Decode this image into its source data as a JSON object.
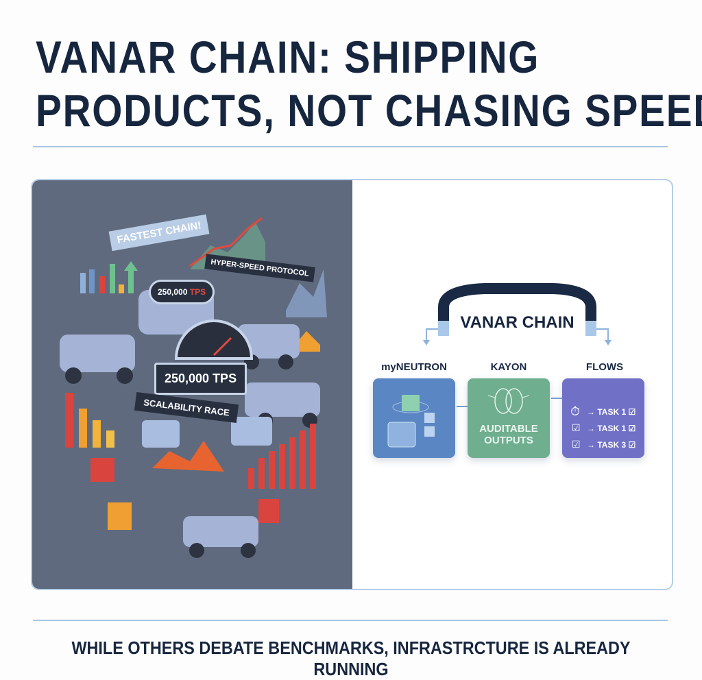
{
  "title": {
    "line1": "VANAR CHAIN: SHIPPING",
    "line2": "PRODUCTS, NOT CHASING SPEED"
  },
  "left_illustration": {
    "signs": [
      "FASTEST CHAIN!",
      "HYPER-SPEED PROTOCOL",
      "250,000 TPS",
      "250,000 TPS",
      "SCALABILITY RACE"
    ],
    "gauge_value": "250,000",
    "gauge_unit": "TPS"
  },
  "diagram": {
    "hub": "VANAR CHAIN",
    "nodes": [
      {
        "label": "myNEUTRON",
        "color": "#5b86c4"
      },
      {
        "label": "KAYON",
        "color": "#6fae8e",
        "text1": "AUDITABLE",
        "text2": "OUTPUTS"
      },
      {
        "label": "FLOWS",
        "color": "#6f70c6",
        "tasks": [
          "TASK 1",
          "TASK 1",
          "TASK 3"
        ]
      }
    ]
  },
  "footer": "WHILE OTHERS DEBATE BENCHMARKS, INFRASTRCTURE IS ALREADY RUNNING",
  "colors": {
    "navy": "#17263f",
    "accent_line": "#a9c4e0",
    "left_bg": "#5f6a7e"
  }
}
